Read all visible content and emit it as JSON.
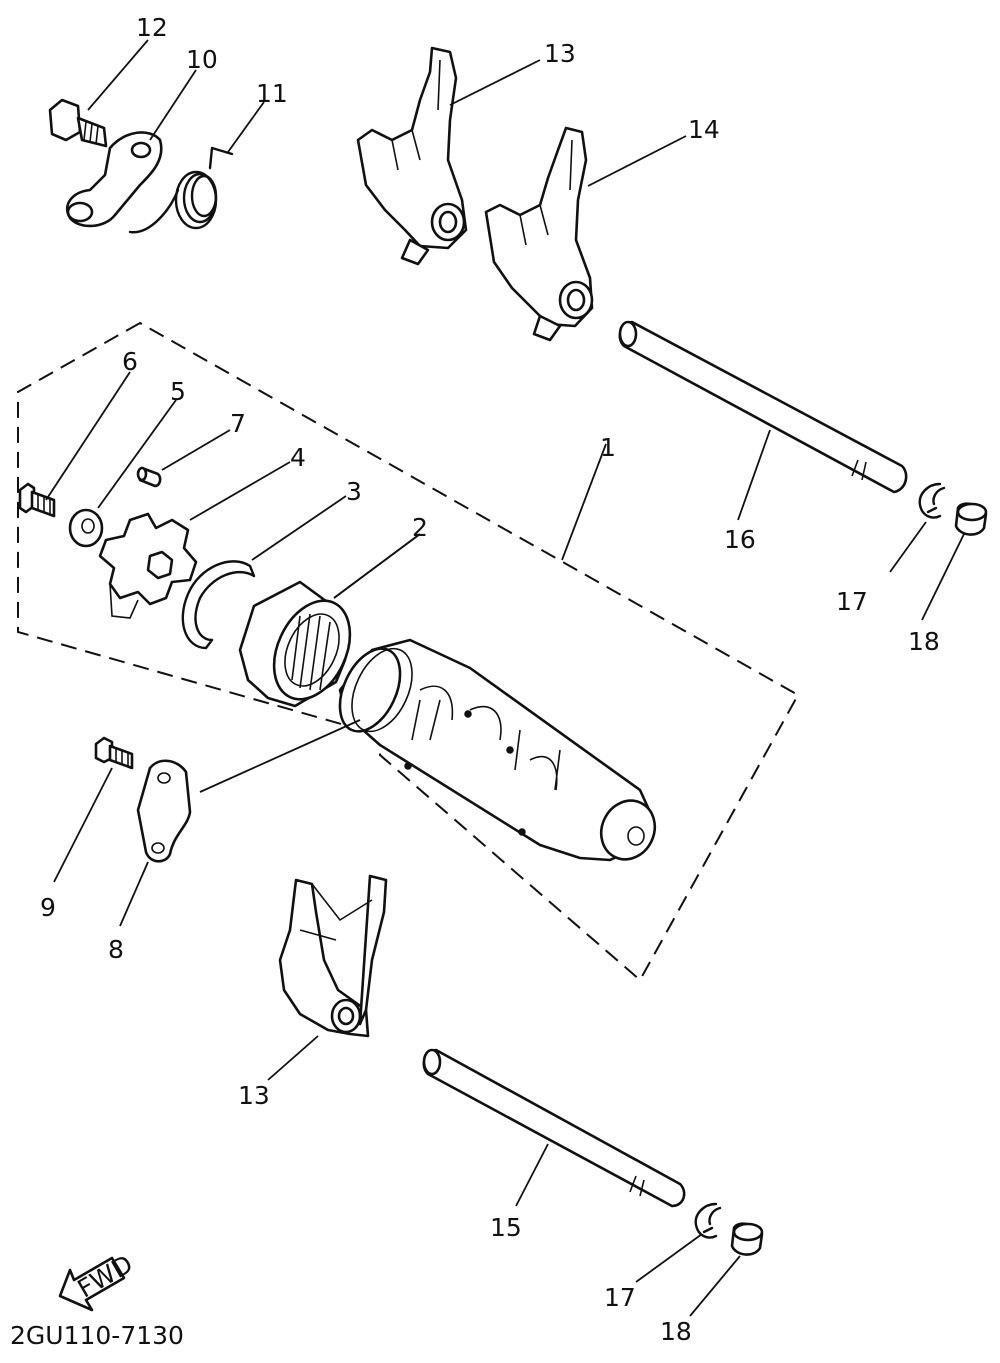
{
  "diagram": {
    "reference_code": "2GU110-7130",
    "fwd_label": "FWD",
    "callouts": {
      "c1": "1",
      "c2": "2",
      "c3": "3",
      "c4": "4",
      "c5": "5",
      "c6": "6",
      "c7": "7",
      "c8": "8",
      "c9": "9",
      "c10": "10",
      "c11": "11",
      "c12": "12",
      "c13a": "13",
      "c13b": "13",
      "c14": "14",
      "c15": "15",
      "c16": "16",
      "c17a": "17",
      "c17b": "17",
      "c18a": "18",
      "c18b": "18"
    }
  }
}
